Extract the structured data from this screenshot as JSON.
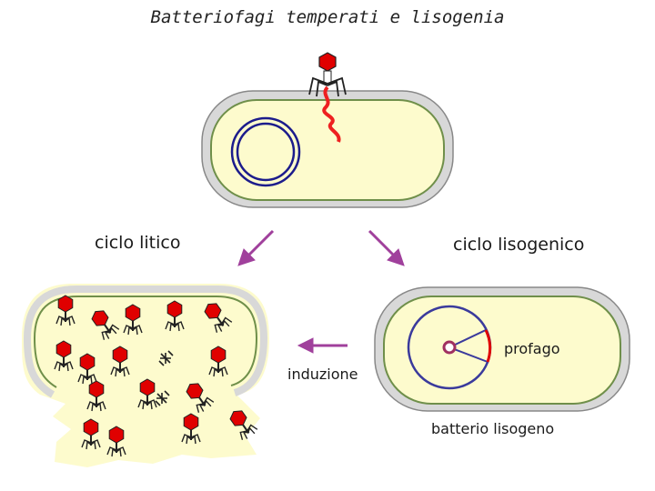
{
  "title": "Batteriofagi temperati e lisogenia",
  "labels": {
    "litico": "ciclo litico",
    "lisogenico": "ciclo lisogenico",
    "induzione": "induzione",
    "profago": "profago",
    "lisogeno": "batterio lisogeno"
  },
  "colors": {
    "cell_fill": "#fdfbcd",
    "cell_wall_outer": "#d8d8d8",
    "cell_membrane": "#6f8f4a",
    "dna_blue": "#1c1c8c",
    "phage_head": "#e00000",
    "phage_dna": "#ee2020",
    "arrow": "#a0409c"
  }
}
